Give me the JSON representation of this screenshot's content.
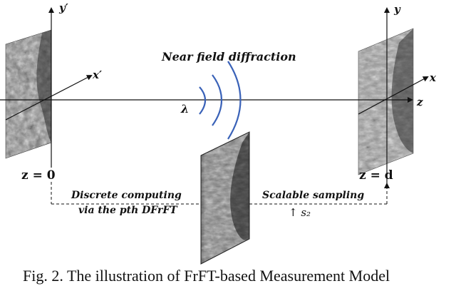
{
  "diagram": {
    "title": "Near field diffraction",
    "wavelength_symbol": "λ",
    "axes": {
      "source_y": "y′",
      "source_x": "x′",
      "target_y": "y",
      "target_x": "x",
      "z": "z"
    },
    "planes": {
      "source": "z = 0",
      "target": "z = d"
    },
    "left_step": [
      "Discrete computing",
      "via the pth DFrFT"
    ],
    "right_step": "Scalable sampling",
    "sampling_symbol": "↑ s₂"
  },
  "caption": "Fig. 2.  The illustration of FrFT-based Measurement Model"
}
